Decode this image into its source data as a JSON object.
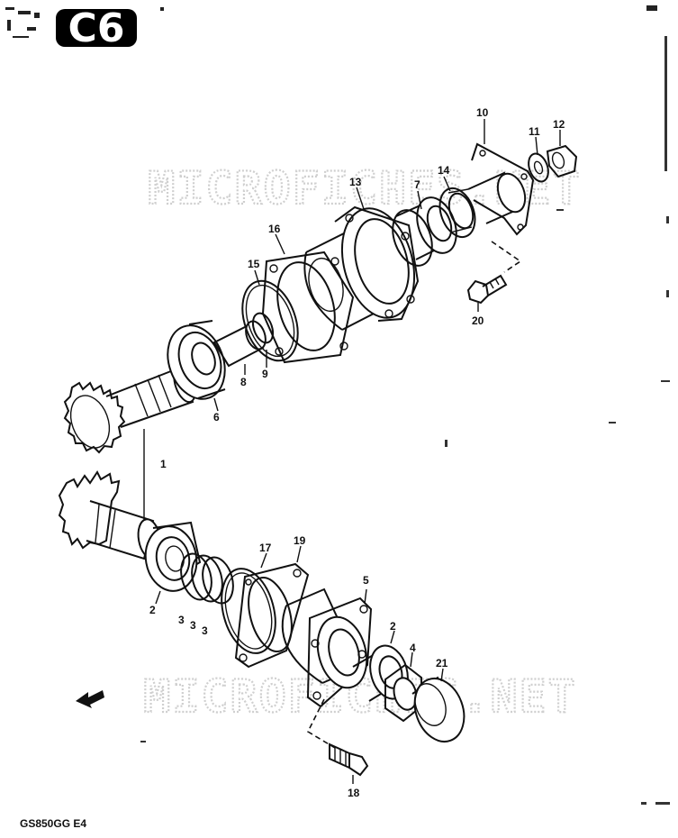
{
  "section_code": "C6",
  "model_code": "GS850GG E4",
  "watermark_top": "MICROFICHES.NET",
  "watermark_bottom": "MICROFICHES.NET",
  "part_numbers": {
    "p1": "1",
    "p2a": "2",
    "p2b": "2",
    "p3a": "3",
    "p3b": "3",
    "p3c": "3",
    "p4": "4",
    "p5": "5",
    "p6": "6",
    "p7": "7",
    "p8": "8",
    "p9": "9",
    "p10": "10",
    "p11": "11",
    "p12": "12",
    "p13": "13",
    "p14": "14",
    "p15": "15",
    "p16": "16",
    "p17": "17",
    "p18": "18",
    "p19": "19",
    "p20": "20",
    "p21": "21"
  }
}
